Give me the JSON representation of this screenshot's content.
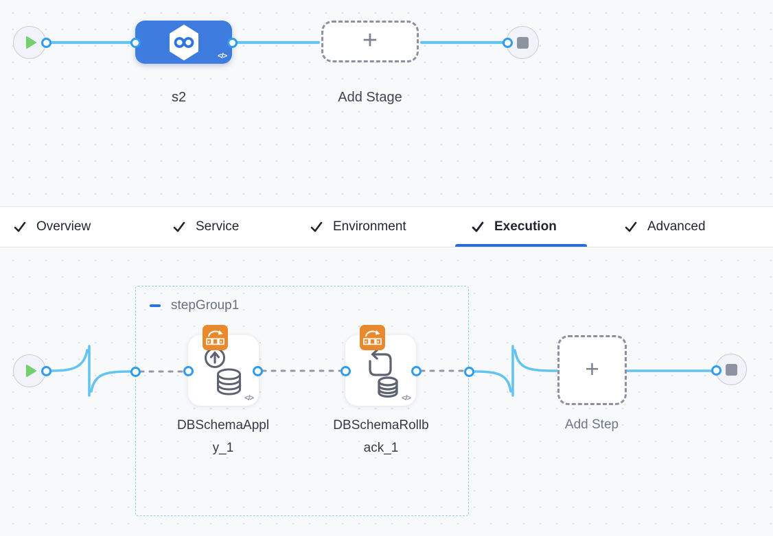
{
  "icons": {
    "plus": "+",
    "code": "</>"
  },
  "stage_pipeline": {
    "stage_name": "s2",
    "add_stage_label": "Add Stage"
  },
  "tabs": [
    {
      "label": "Overview",
      "checked": true,
      "active": false
    },
    {
      "label": "Service",
      "checked": true,
      "active": false
    },
    {
      "label": "Environment",
      "checked": true,
      "active": false
    },
    {
      "label": "Execution",
      "checked": true,
      "active": true
    },
    {
      "label": "Advanced",
      "checked": true,
      "active": false
    }
  ],
  "execution": {
    "step_group": {
      "name": "stepGroup1"
    },
    "steps": [
      {
        "name": "DBSchemaApply_1",
        "label_lines": [
          "DBSchemaAppl",
          "y_1"
        ]
      },
      {
        "name": "DBSchemaRollback_1",
        "label_lines": [
          "DBSchemaRollb",
          "ack_1"
        ]
      }
    ],
    "add_step_label": "Add Step"
  },
  "colors": {
    "stage_blue": "#3e7ce0",
    "connector_blue": "#63c4f2",
    "port_blue": "#2f9cf2",
    "active_tab_underline": "#2b6bd4",
    "step_badge_orange": "#e8892d",
    "step_group_border": "#8ccfe9",
    "play_green": "#74cf70",
    "canvas_background": "#f8f9fb"
  }
}
